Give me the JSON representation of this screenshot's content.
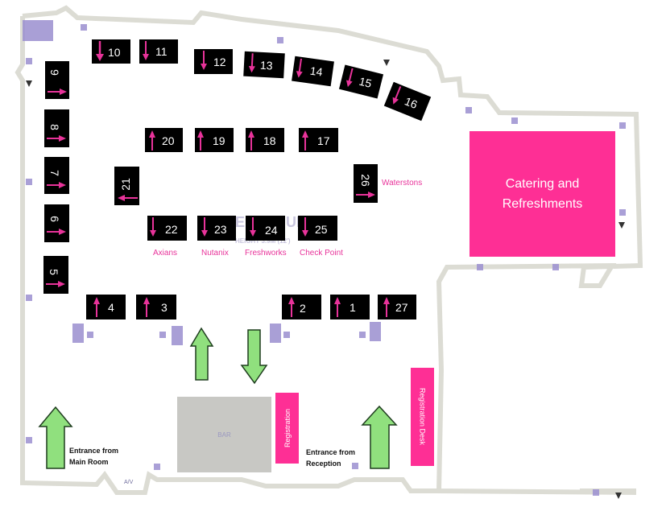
{
  "booths": [
    {
      "id": "b10",
      "label": "10",
      "arrow": "down"
    },
    {
      "id": "b11",
      "label": "11",
      "arrow": "down"
    },
    {
      "id": "b12",
      "label": "12",
      "arrow": "down"
    },
    {
      "id": "b13",
      "label": "13",
      "arrow": "down"
    },
    {
      "id": "b14",
      "label": "14",
      "arrow": "down"
    },
    {
      "id": "b15",
      "label": "15",
      "arrow": "down"
    },
    {
      "id": "b16",
      "label": "16",
      "arrow": "down"
    },
    {
      "id": "b9",
      "label": "9",
      "arrow": "right"
    },
    {
      "id": "b8",
      "label": "8",
      "arrow": "right"
    },
    {
      "id": "b7",
      "label": "7",
      "arrow": "right"
    },
    {
      "id": "b6",
      "label": "6",
      "arrow": "right"
    },
    {
      "id": "b5",
      "label": "5",
      "arrow": "right"
    },
    {
      "id": "b20",
      "label": "20",
      "arrow": "up"
    },
    {
      "id": "b19",
      "label": "19",
      "arrow": "up"
    },
    {
      "id": "b18",
      "label": "18",
      "arrow": "up"
    },
    {
      "id": "b17",
      "label": "17",
      "arrow": "up"
    },
    {
      "id": "b21",
      "label": "21",
      "arrow": "left"
    },
    {
      "id": "b26",
      "label": "26",
      "arrow": "right"
    },
    {
      "id": "b22",
      "label": "22",
      "arrow": "down"
    },
    {
      "id": "b23",
      "label": "23",
      "arrow": "down"
    },
    {
      "id": "b24",
      "label": "24",
      "arrow": "down"
    },
    {
      "id": "b25",
      "label": "25",
      "arrow": "down"
    },
    {
      "id": "b4",
      "label": "4",
      "arrow": "up"
    },
    {
      "id": "b3",
      "label": "3",
      "arrow": "up"
    },
    {
      "id": "b2",
      "label": "2",
      "arrow": "up"
    },
    {
      "id": "b1",
      "label": "1",
      "arrow": "up"
    },
    {
      "id": "b27",
      "label": "27",
      "arrow": "up"
    }
  ],
  "sponsors": {
    "axians": "Axians",
    "nutanix": "Nutanix",
    "freshworks": "Freshworks",
    "checkpoint": "Check Point",
    "waterstons": "Waterstons"
  },
  "areas": {
    "catering_line1": "Catering and",
    "catering_line2": "Refreshments",
    "registration": "Registration",
    "registration_desk": "Registration Desk",
    "bar": "BAR",
    "entrance_main_line1": "Entrance from",
    "entrance_main_line2": "Main Room",
    "entrance_reception_line1": "Entrance from",
    "entrance_reception_line2": "Reception",
    "av": "A/V"
  },
  "colors": {
    "booth": "#000000",
    "accent_pink": "#fe2f95",
    "arrow_green": "#90e07e",
    "wall": "#d8d8d0",
    "pillar": "#9b8fd0"
  }
}
